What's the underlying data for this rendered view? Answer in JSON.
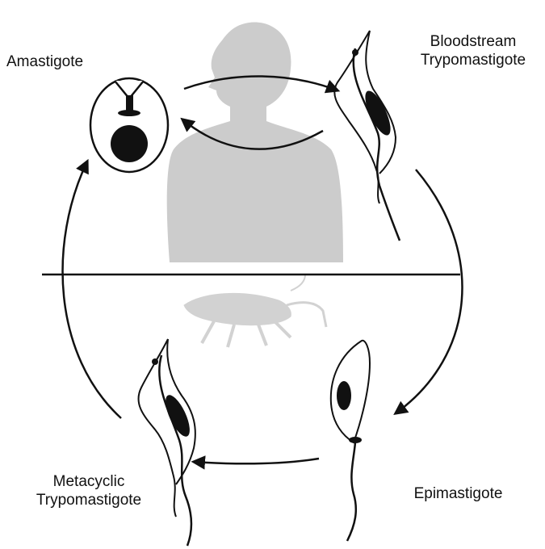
{
  "labels": {
    "amastigote": "Amastigote",
    "bloodstream_line1": "Bloodstream",
    "bloodstream_line2": "Trypomastigote",
    "epimastigote": "Epimastigote",
    "metacyclic_line1": "Metacyclic",
    "metacyclic_line2": "Trypomastigote"
  },
  "colors": {
    "stroke": "#111111",
    "silhouette": "#cccccc",
    "background": "#ffffff"
  },
  "icons": {
    "human": "human-silhouette",
    "vector": "triatomine-bug-silhouette"
  }
}
